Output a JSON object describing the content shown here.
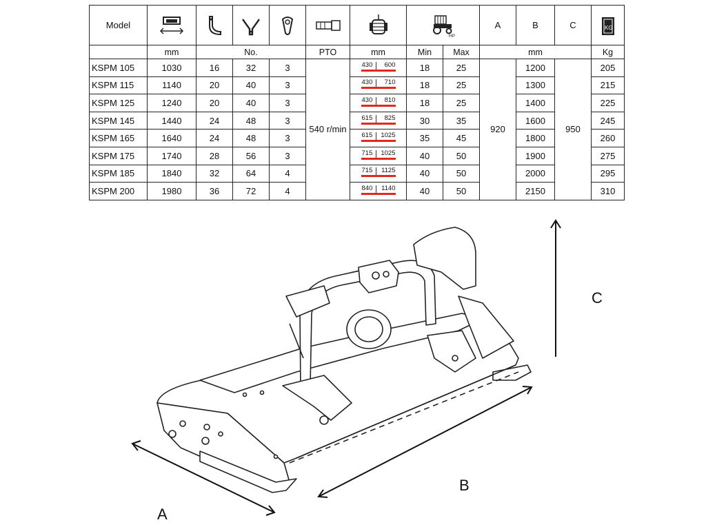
{
  "table": {
    "header": {
      "model": "Model",
      "a": "A",
      "b": "B",
      "c": "C"
    },
    "icons": {
      "width": "working-width-icon",
      "hammer": "hammer-blade-icon",
      "y_blade": "y-blade-icon",
      "belt": "belt-icon",
      "pto": "pto-shaft-icon",
      "hitch": "tractor-hitch-icon",
      "tractor": "tractor-hp-icon",
      "weight": "weight-kg-icon"
    },
    "tractor_icon_text": "HP",
    "weight_icon_text": "KG",
    "units": {
      "width": "mm",
      "count": "No.",
      "pto": "PTO",
      "hitch": "mm",
      "min": "Min",
      "max": "Max",
      "dims": "mm",
      "weight": "Kg"
    },
    "pto_value": "540 r/min",
    "a_value": "920",
    "c_value": "950",
    "rows": [
      {
        "model": "KSPM 105",
        "width": "1030",
        "hammers": "16",
        "blades": "32",
        "belts": "3",
        "range_lo": "430",
        "range_hi": "600",
        "hp_min": "18",
        "hp_max": "25",
        "b": "1200",
        "kg": "205"
      },
      {
        "model": "KSPM 115",
        "width": "1140",
        "hammers": "20",
        "blades": "40",
        "belts": "3",
        "range_lo": "430",
        "range_hi": "710",
        "hp_min": "18",
        "hp_max": "25",
        "b": "1300",
        "kg": "215"
      },
      {
        "model": "KSPM 125",
        "width": "1240",
        "hammers": "20",
        "blades": "40",
        "belts": "3",
        "range_lo": "430",
        "range_hi": "810",
        "hp_min": "18",
        "hp_max": "25",
        "b": "1400",
        "kg": "225"
      },
      {
        "model": "KSPM 145",
        "width": "1440",
        "hammers": "24",
        "blades": "48",
        "belts": "3",
        "range_lo": "615",
        "range_hi": "825",
        "hp_min": "30",
        "hp_max": "35",
        "b": "1600",
        "kg": "245"
      },
      {
        "model": "KSPM 165",
        "width": "1640",
        "hammers": "24",
        "blades": "48",
        "belts": "3",
        "range_lo": "615",
        "range_hi": "1025",
        "hp_min": "35",
        "hp_max": "45",
        "b": "1800",
        "kg": "260"
      },
      {
        "model": "KSPM 175",
        "width": "1740",
        "hammers": "28",
        "blades": "56",
        "belts": "3",
        "range_lo": "715",
        "range_hi": "1025",
        "hp_min": "40",
        "hp_max": "50",
        "b": "1900",
        "kg": "275"
      },
      {
        "model": "KSPM 185",
        "width": "1840",
        "hammers": "32",
        "blades": "64",
        "belts": "4",
        "range_lo": "715",
        "range_hi": "1125",
        "hp_min": "40",
        "hp_max": "50",
        "b": "2000",
        "kg": "295"
      },
      {
        "model": "KSPM 200",
        "width": "1980",
        "hammers": "36",
        "blades": "72",
        "belts": "4",
        "range_lo": "840",
        "range_hi": "1140",
        "hp_min": "40",
        "hp_max": "50",
        "b": "2150",
        "kg": "310"
      }
    ],
    "accent_color": "#e0281e"
  },
  "drawing": {
    "labels": {
      "a": "A",
      "b": "B",
      "c": "C"
    }
  }
}
